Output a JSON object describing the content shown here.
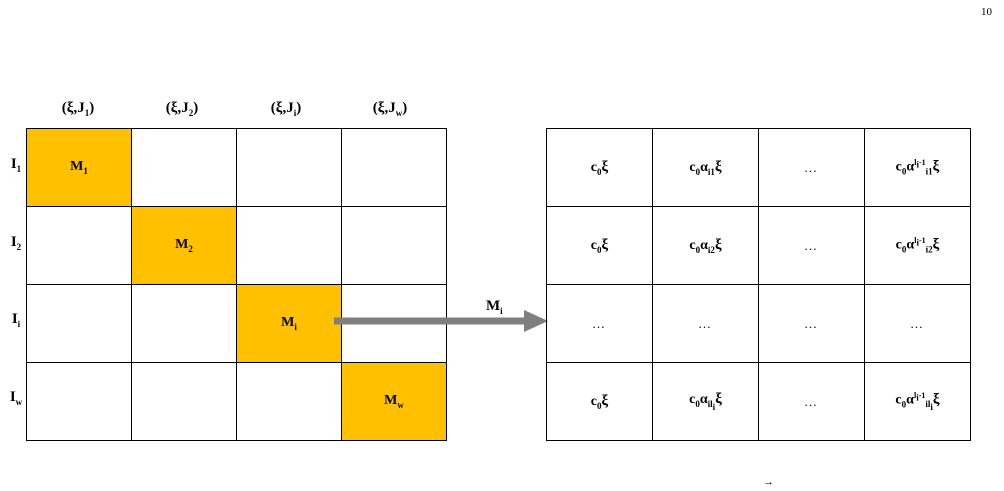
{
  "page_number": "10",
  "left_matrix": {
    "column_headers": [
      {
        "pre": "(ξ,J",
        "sub": "1",
        "post": ")"
      },
      {
        "pre": "(ξ,J",
        "sub": "2",
        "post": ")"
      },
      {
        "pre": "(ξ,J",
        "sub": "i",
        "post": ")"
      },
      {
        "pre": "(ξ,J",
        "sub": "w",
        "post": ")"
      }
    ],
    "row_headers": [
      {
        "main": "I",
        "sub": "1"
      },
      {
        "main": "I",
        "sub": "2"
      },
      {
        "main": "I",
        "sub": "i"
      },
      {
        "main": "I",
        "sub": "w"
      }
    ],
    "diagonal_blocks": [
      {
        "main": "M",
        "sub": "1"
      },
      {
        "main": "M",
        "sub": "2"
      },
      {
        "main": "M",
        "sub": "i"
      },
      {
        "main": "M",
        "sub": "w"
      }
    ],
    "highlight_color": "#ffc000"
  },
  "arrow": {
    "label_main": "M",
    "label_sub": "i",
    "color": "#7f7f7f"
  },
  "right_matrix": {
    "rows": [
      [
        {
          "kind": "vec",
          "pre": "c",
          "presub": "0",
          "sym": "ξ"
        },
        {
          "kind": "vec",
          "pre": "c",
          "presub": "0",
          "alpha": "α",
          "alphasub": "i1",
          "sym": "ξ"
        },
        {
          "kind": "dots",
          "text": "…"
        },
        {
          "kind": "vec",
          "pre": "c",
          "presub": "0",
          "alpha": "α",
          "alphasub": "i1",
          "alphasup": "l",
          "alphasupsub": "i",
          "alphasuptail": "-1",
          "sym": "ξ"
        }
      ],
      [
        {
          "kind": "vec",
          "pre": "c",
          "presub": "0",
          "sym": "ξ"
        },
        {
          "kind": "vec",
          "pre": "c",
          "presub": "0",
          "alpha": "α",
          "alphasub": "i2",
          "sym": "ξ"
        },
        {
          "kind": "dots",
          "text": "…"
        },
        {
          "kind": "vec",
          "pre": "c",
          "presub": "0",
          "alpha": "α",
          "alphasub": "i2",
          "alphasup": "l",
          "alphasupsub": "i",
          "alphasuptail": "-1",
          "sym": "ξ"
        }
      ],
      [
        {
          "kind": "dots",
          "text": "…"
        },
        {
          "kind": "dots",
          "text": "…"
        },
        {
          "kind": "dots",
          "text": "…"
        },
        {
          "kind": "dots",
          "text": "…"
        }
      ],
      [
        {
          "kind": "vec",
          "pre": "c",
          "presub": "0",
          "sym": "ξ"
        },
        {
          "kind": "vec",
          "pre": "c",
          "presub": "0",
          "alpha": "α",
          "alphasub": "il",
          "alphasubsub": "i",
          "sym": "ξ"
        },
        {
          "kind": "dots",
          "text": "…"
        },
        {
          "kind": "vec",
          "pre": "c",
          "presub": "0",
          "alpha": "α",
          "alphasub": "il",
          "alphasubsub": "i",
          "alphasup": "l",
          "alphasupsub": "i",
          "alphasuptail": "-1",
          "sym": "ξ"
        }
      ]
    ]
  },
  "stray_mark": "→"
}
